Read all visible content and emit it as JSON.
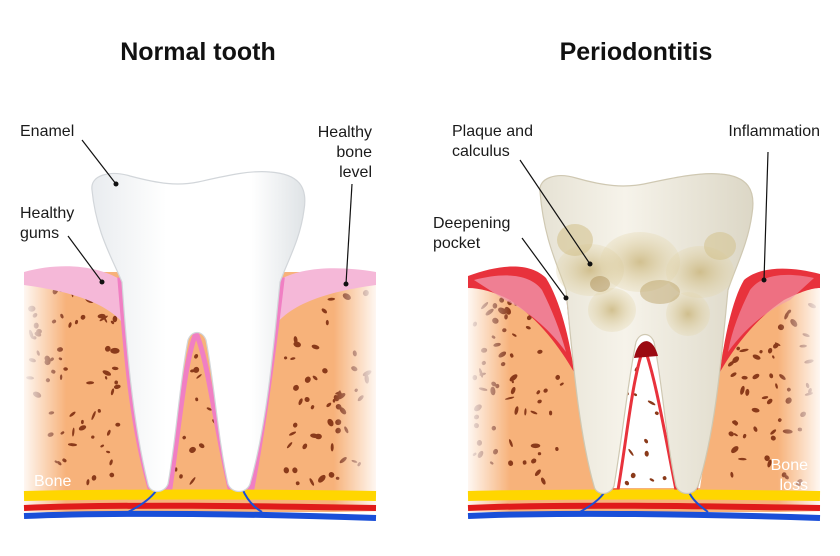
{
  "normal": {
    "title": "Normal tooth",
    "labels": {
      "enamel": "Enamel",
      "healthy_gums_1": "Healthy",
      "healthy_gums_2": "gums",
      "healthy_bone_1": "Healthy",
      "healthy_bone_2": "bone",
      "healthy_bone_3": "level",
      "bone": "Bone"
    }
  },
  "periodontitis": {
    "title": "Periodontitis",
    "labels": {
      "plaque_1": "Plaque and",
      "plaque_2": "calculus",
      "pocket_1": "Deepening",
      "pocket_2": "pocket",
      "inflammation": "Inflammation",
      "bone_loss_1": "Bone",
      "bone_loss_2": "loss"
    }
  },
  "colors": {
    "bone": "#f7b27a",
    "bone_spots": "#8a3a1a",
    "gum_healthy": "#f5b8d8",
    "gum_inflamed": "#e8323c",
    "tooth": "#ffffff",
    "plaque": "#d9c690",
    "nerve_yellow": "#ffd600",
    "vein_blue": "#1a4fd8",
    "artery_red": "#e01a1a"
  }
}
